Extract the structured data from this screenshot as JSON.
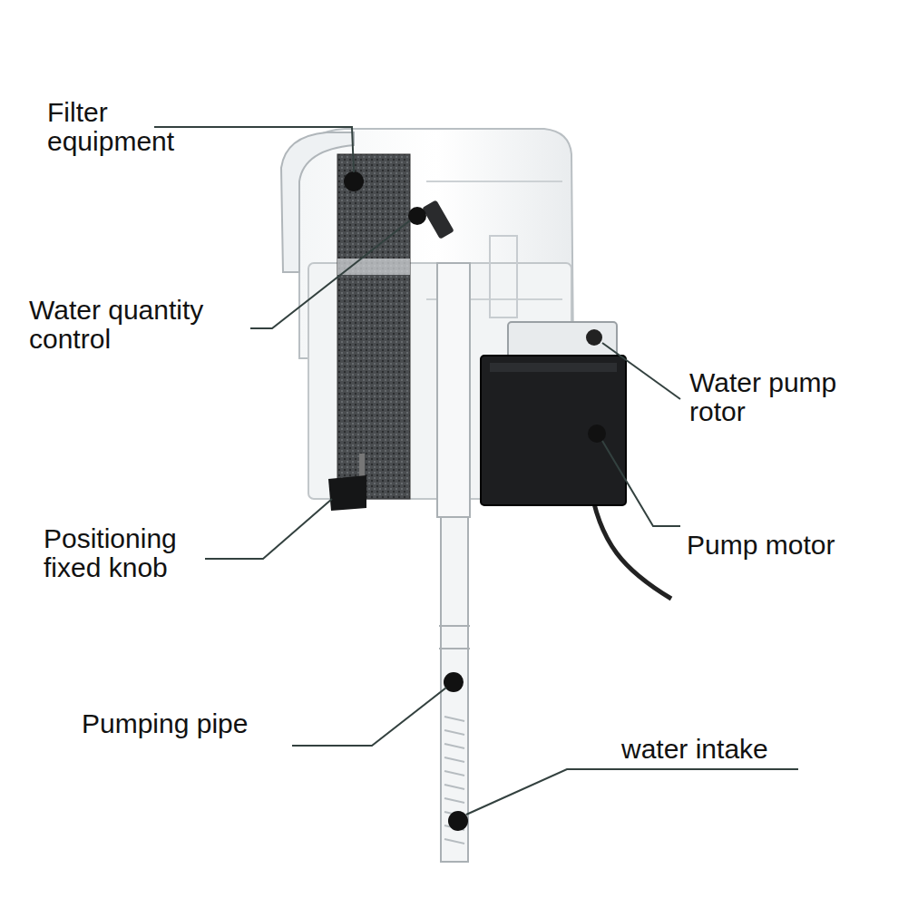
{
  "diagram": {
    "labels": [
      "Filter equipment",
      "Water quantity control",
      "Positioning fixed knob",
      "Pumping pipe",
      "Water pump rotor",
      "Pump motor",
      "water intake"
    ]
  }
}
